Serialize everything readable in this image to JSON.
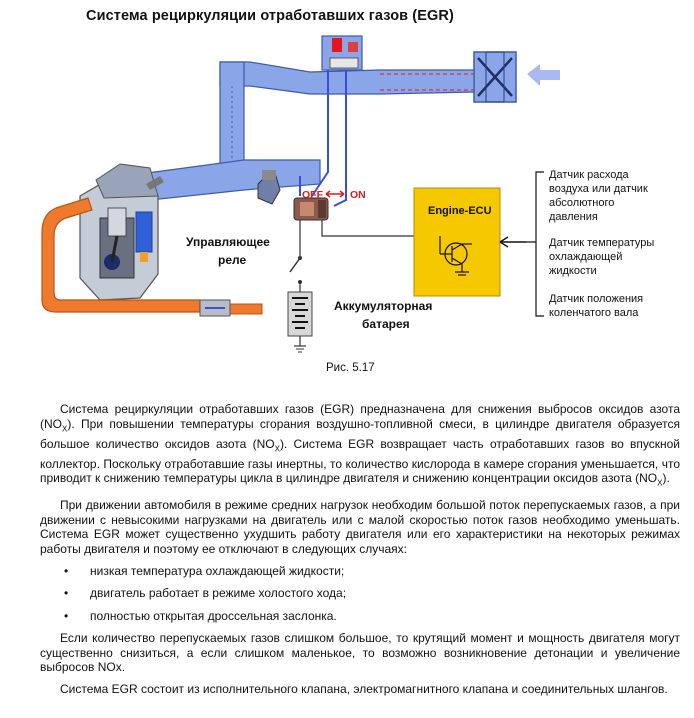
{
  "title": "Система рециркуляции отработавших газов (EGR)",
  "diagram": {
    "labels": {
      "off": "OFF",
      "on": "ON",
      "ecu": "Engine-ECU",
      "relay_line1": "Управляющее",
      "relay_line2": "реле",
      "battery_line1": "Аккумуляторная",
      "battery_line2": "батарея"
    },
    "sensors": [
      {
        "lines": [
          "Датчик расхода",
          "воздуха или датчик",
          "абсолютного",
          "давления"
        ]
      },
      {
        "lines": [
          "Датчик температуры",
          "охлаждающей",
          "жидкости"
        ]
      },
      {
        "lines": [
          "Датчик положения",
          "коленчатого вала"
        ]
      }
    ],
    "colors": {
      "intake": "#8aa6e8",
      "exhaust": "#ef7a2e",
      "ecu": "#f5c800",
      "signal_red": "#e8161c",
      "off_on_text": "#d81e1e"
    }
  },
  "caption": "Рис. 5.17",
  "body": {
    "p1": {
      "a": "Система рециркуляции отработавших газов (EGR) предназначена для снижения выбросов оксидов азота (NO",
      "sub1": "X",
      "b": "). При повышении температуры сгорания воздушно-топливной смеси, в цилиндре двигателя образуется большое количество оксидов азота (NO",
      "sub2": "X",
      "c": "). Система EGR возвращает часть отработавших газов во впускной коллектор. Поскольку отработавшие газы инертны, то количество кислорода в камере сгорания уменьшается, что приводит к снижению температуры цикла в цилиндре двигателя и снижению концентрации оксидов азота (NO",
      "sub3": "X",
      "d": ")."
    },
    "p2": "При движении автомобиля в режиме средних нагрузок необходим большой поток перепускаемых газов, а при движении с невысокими нагрузками на двигатель или с малой скоростью поток газов необходимо уменьшать. Система EGR может существенно ухудшить работу двигателя или его характеристики на некоторых режимах работы двигателя и поэтому ее отключают в следующих случаях:",
    "bullet_symbol": "•",
    "bullets": [
      "низкая температура охлаждающей жидкости;",
      "двигатель работает в режиме холостого хода;",
      "полностью открытая дроссельная заслонка."
    ],
    "p3": "Если количество перепускаемых газов слишком большое, то крутящий момент и мощность двигателя могут существенно снизиться, а если слишком маленькое, то возможно возникновение детонации и увеличение выбросов NOx.",
    "p4": "Система EGR состоит из исполнительного клапана, электромагнитного клапана и соединительных шлангов."
  }
}
